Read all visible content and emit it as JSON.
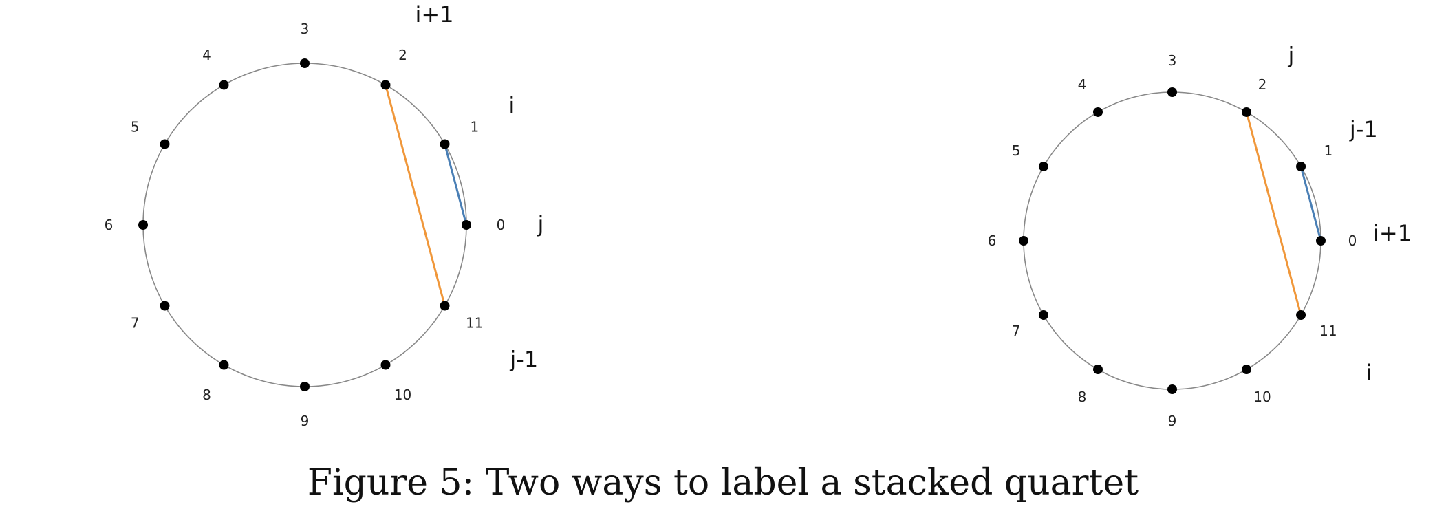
{
  "caption": "Figure 5: Two ways to label a stacked quartet",
  "colors": {
    "circle": "#888888",
    "node": "#000000",
    "blue_chord": "#4a7fb5",
    "orange_chord": "#f0973a"
  },
  "diagrams": [
    {
      "nodes": [
        "0",
        "1",
        "2",
        "3",
        "4",
        "5",
        "6",
        "7",
        "8",
        "9",
        "10",
        "11"
      ],
      "blue_chord": [
        "1",
        "0"
      ],
      "orange_chord": [
        "2",
        "11"
      ],
      "annotations": [
        {
          "node": "2",
          "text": "i+1"
        },
        {
          "node": "1",
          "text": "i"
        },
        {
          "node": "0",
          "text": "j"
        },
        {
          "node": "11",
          "text": "j-1"
        }
      ]
    },
    {
      "nodes": [
        "0",
        "1",
        "2",
        "3",
        "4",
        "5",
        "6",
        "7",
        "8",
        "9",
        "10",
        "11"
      ],
      "blue_chord": [
        "1",
        "0"
      ],
      "orange_chord": [
        "2",
        "11"
      ],
      "annotations": [
        {
          "node": "2",
          "text": "j"
        },
        {
          "node": "1",
          "text": "j-1"
        },
        {
          "node": "0",
          "text": "i+1"
        },
        {
          "node": "11",
          "text": "i"
        }
      ]
    }
  ]
}
